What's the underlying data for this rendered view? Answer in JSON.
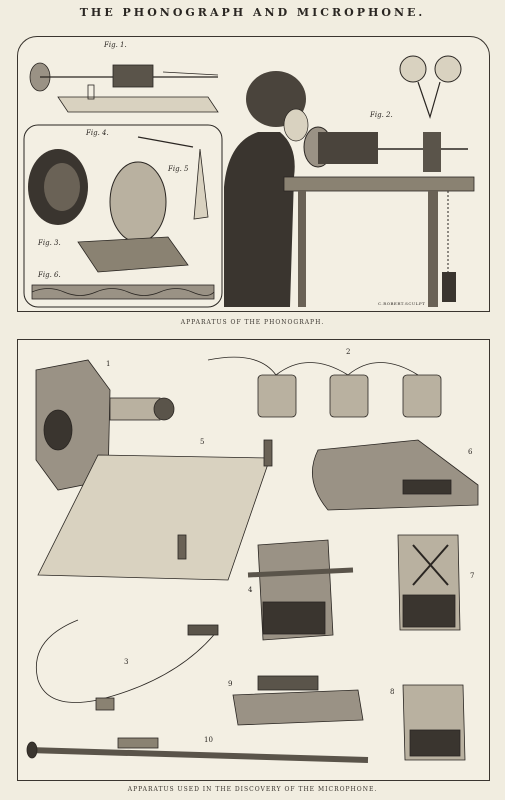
{
  "title": "THE PHONOGRAPH AND MICROPHONE.",
  "top": {
    "caption": "APPARATUS OF THE PHONOGRAPH.",
    "fig_labels": [
      "Fig. 1.",
      "Fig. 2.",
      "Fig. 3.",
      "Fig. 4.",
      "Fig. 5",
      "Fig. 6."
    ],
    "engraver": "C.ROBERT.SCULPT"
  },
  "bottom": {
    "caption": "APPARATUS USED IN THE DISCOVERY OF THE MICROPHONE.",
    "numbers": [
      "1",
      "2",
      "3",
      "4",
      "5",
      "6",
      "7",
      "8",
      "9",
      "10"
    ]
  }
}
